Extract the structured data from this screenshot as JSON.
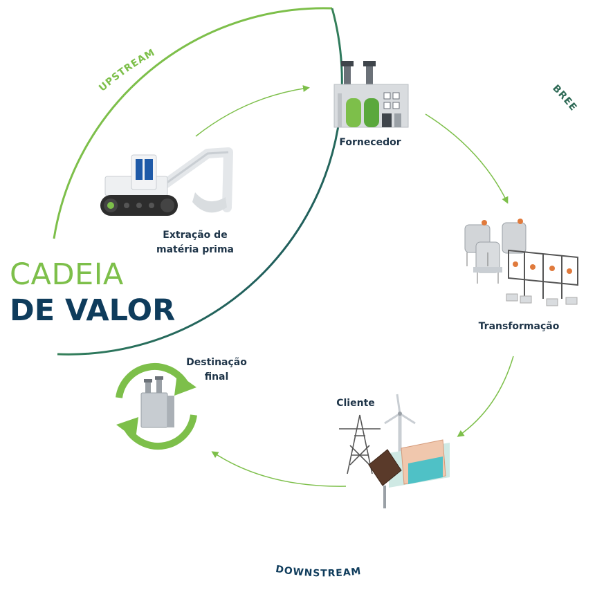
{
  "title": {
    "line1": "CADEIA",
    "line2": "DE VALOR"
  },
  "arc_labels": {
    "upstream": "UPSTREAM",
    "bree": "BREE",
    "downstream": "DOWNSTREAM"
  },
  "stages": [
    {
      "label": "Fornecedor"
    },
    {
      "label": "Transformação"
    },
    {
      "label": "Cliente"
    },
    {
      "label": "Destinação final"
    },
    {
      "label": "Extração de matéria prima"
    }
  ],
  "colors": {
    "green": "#7dbf4a",
    "navy": "#0f3c5c",
    "text": "#1e3448"
  },
  "icons": [
    "factory-icon",
    "transformer-substation-icon",
    "energy-client-icon",
    "recycle-icon",
    "excavator-icon"
  ]
}
